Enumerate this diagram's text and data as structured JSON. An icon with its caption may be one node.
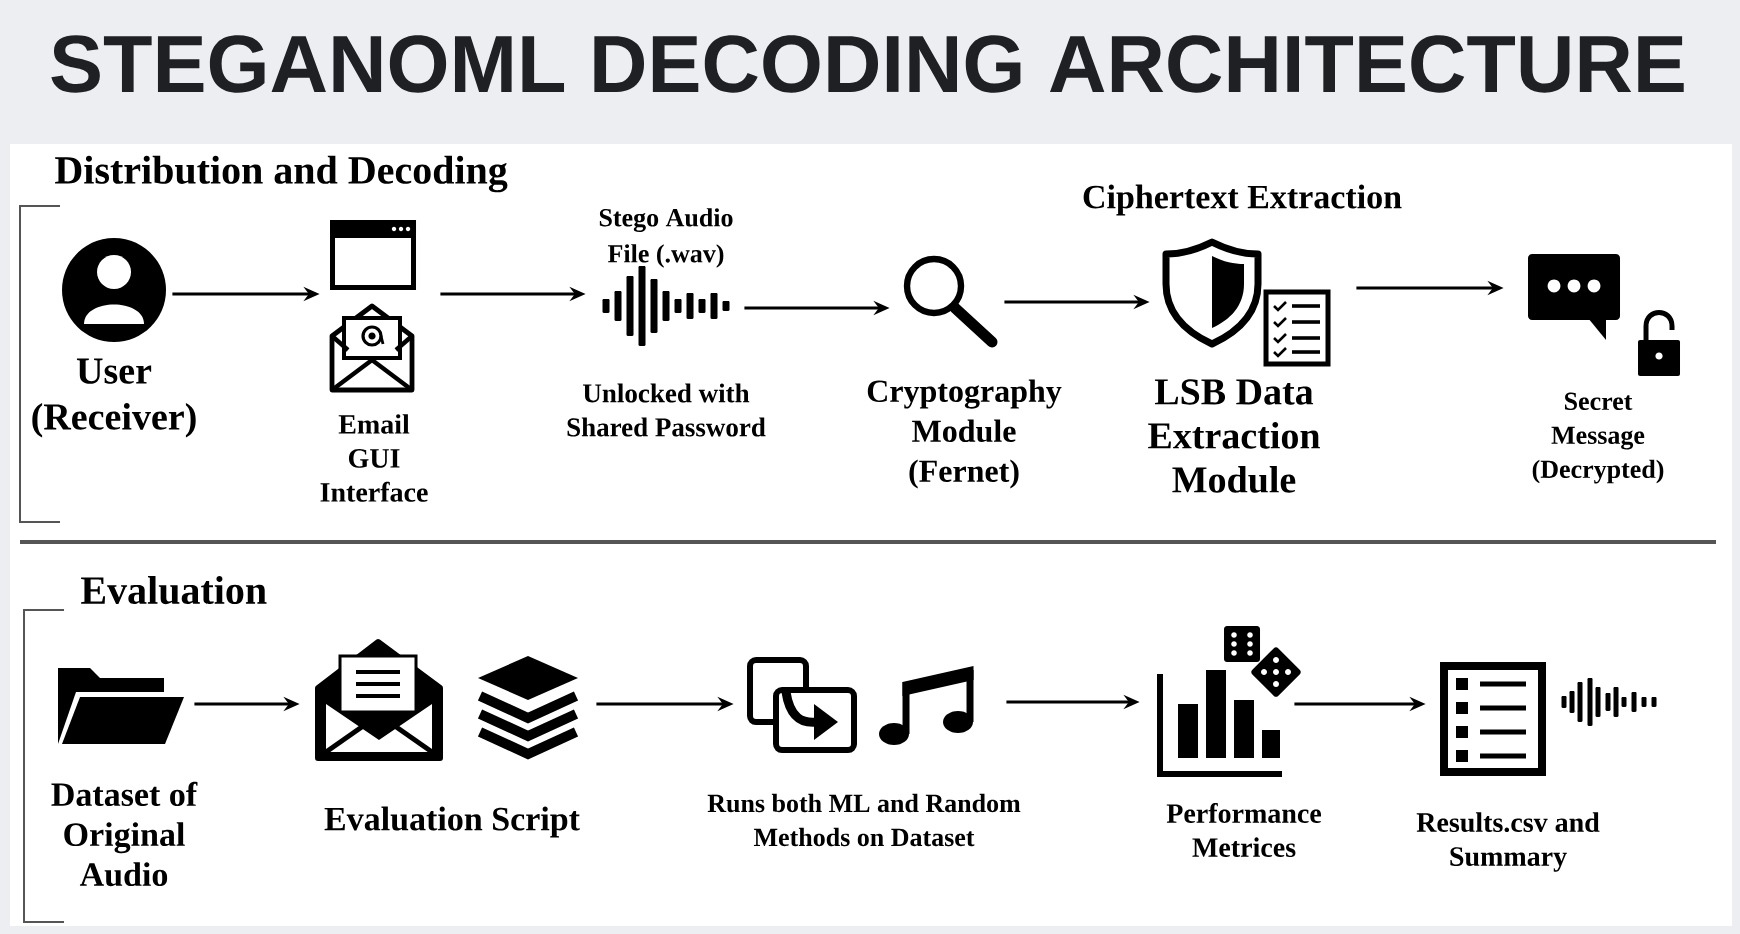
{
  "diagram": {
    "title": "STEGANOML DECODING ARCHITECTURE",
    "nodes": [
      {
        "text": [
          "User (Receiver)"
        ]
      },
      {
        "text": [
          "Email GUI Interface"
        ]
      },
      {
        "text": [
          "Stego Audio File (.wav)",
          "Unlocked with Shared Password"
        ]
      },
      {
        "text": [
          "Cryptography Module (Fernet)"
        ]
      },
      {
        "text": [
          "Ciphertext Extraction",
          "LSB Data Extraction Module"
        ]
      },
      {
        "text": [
          "Secret Message (Decrypted)"
        ]
      },
      {
        "text": [
          "Dataset of Original Audio"
        ]
      },
      {
        "text": [
          "Evaluation Script"
        ]
      },
      {
        "text": [
          "Runs both ML and Random Methods on Dataset"
        ]
      },
      {
        "text": [
          "Performance Metrices"
        ]
      },
      {
        "text": [
          "Results.csv and Summary"
        ]
      }
    ],
    "edges": [
      {
        "from": 0,
        "to": 1,
        "arrow": "to"
      },
      {
        "from": 1,
        "to": 2,
        "arrow": "to"
      },
      {
        "from": 2,
        "to": 3,
        "arrow": "to"
      },
      {
        "from": 3,
        "to": 4,
        "arrow": "to"
      },
      {
        "from": 4,
        "to": 5,
        "arrow": "to"
      },
      {
        "from": 6,
        "to": 7,
        "arrow": "to"
      },
      {
        "from": 7,
        "to": 8,
        "arrow": "to"
      },
      {
        "from": 8,
        "to": 9,
        "arrow": "to"
      },
      {
        "from": 9,
        "to": 10,
        "arrow": "to"
      }
    ],
    "labels": [
      "Distribution and Decoding",
      "Evaluation"
    ]
  }
}
